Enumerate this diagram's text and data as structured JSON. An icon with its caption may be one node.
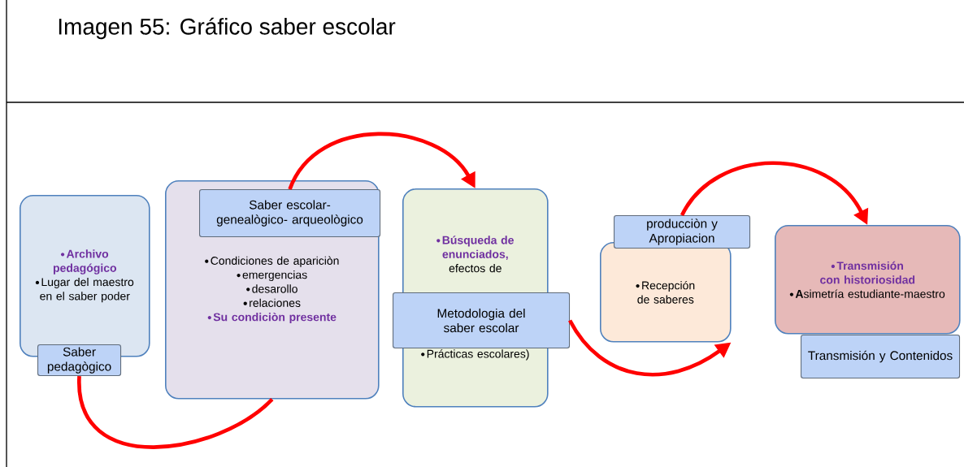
{
  "diagram": {
    "title": "Imagen 55:  Gráfico saber escolar",
    "nodes": [
      {
        "text": [
          "Archivo pedagógico",
          "Lugar del maestro en el saber poder"
        ]
      },
      {
        "text": [
          "Saber pedagògico"
        ]
      },
      {
        "text": [
          "Condiciones de apariciòn",
          "emergencias",
          "desarollo",
          "relaciones",
          "Su  condiciòn presente"
        ]
      },
      {
        "text": [
          "Saber escolar- genealògico- arqueològico"
        ],
        "in": 2
      },
      {
        "text": [
          "Búsqueda de enunciados,",
          "efectos de",
          "Prácticas escolares)"
        ]
      },
      {
        "text": [
          "Metodologia del saber escolar"
        ]
      },
      {
        "text": [
          "Recepción de saberes"
        ]
      },
      {
        "text": [
          "producciòn y Apropiacion"
        ]
      },
      {
        "text": [
          "Transmisión  con historiosidad",
          "**A**simetría estudiante-maestro"
        ]
      },
      {
        "text": [
          "Transmisión y Contenidos"
        ]
      }
    ],
    "edges": [
      {
        "from": 1,
        "to": 2,
        "arrow": "none"
      },
      {
        "from": 3,
        "to": 4,
        "arrow": "to"
      },
      {
        "from": 5,
        "to": 6,
        "arrow": "to"
      },
      {
        "from": 7,
        "to": 8,
        "arrow": "to"
      }
    ]
  }
}
